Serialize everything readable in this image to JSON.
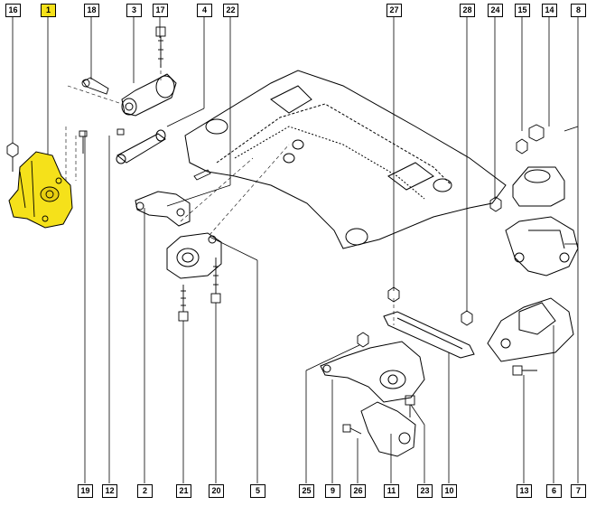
{
  "callouts": {
    "top": [
      {
        "id": "c16",
        "label": "16"
      },
      {
        "id": "c1",
        "label": "1",
        "highlight": true
      },
      {
        "id": "c18",
        "label": "18"
      },
      {
        "id": "c3",
        "label": "3"
      },
      {
        "id": "c17",
        "label": "17"
      },
      {
        "id": "c4",
        "label": "4"
      },
      {
        "id": "c22",
        "label": "22"
      },
      {
        "id": "c27",
        "label": "27"
      },
      {
        "id": "c28",
        "label": "28"
      },
      {
        "id": "c24",
        "label": "24"
      },
      {
        "id": "c15",
        "label": "15"
      },
      {
        "id": "c14",
        "label": "14"
      },
      {
        "id": "c8",
        "label": "8"
      }
    ],
    "bottom": [
      {
        "id": "c19",
        "label": "19"
      },
      {
        "id": "c12",
        "label": "12"
      },
      {
        "id": "c2",
        "label": "2"
      },
      {
        "id": "c21",
        "label": "21"
      },
      {
        "id": "c20",
        "label": "20"
      },
      {
        "id": "c5",
        "label": "5"
      },
      {
        "id": "c25",
        "label": "25"
      },
      {
        "id": "c9",
        "label": "9"
      },
      {
        "id": "c26",
        "label": "26"
      },
      {
        "id": "c11",
        "label": "11"
      },
      {
        "id": "c23",
        "label": "23"
      },
      {
        "id": "c10",
        "label": "10"
      },
      {
        "id": "c13",
        "label": "13"
      },
      {
        "id": "c6",
        "label": "6"
      },
      {
        "id": "c7",
        "label": "7"
      }
    ]
  },
  "colors": {
    "highlight": "#f5e11a",
    "line": "#000000",
    "paper": "#ffffff"
  }
}
